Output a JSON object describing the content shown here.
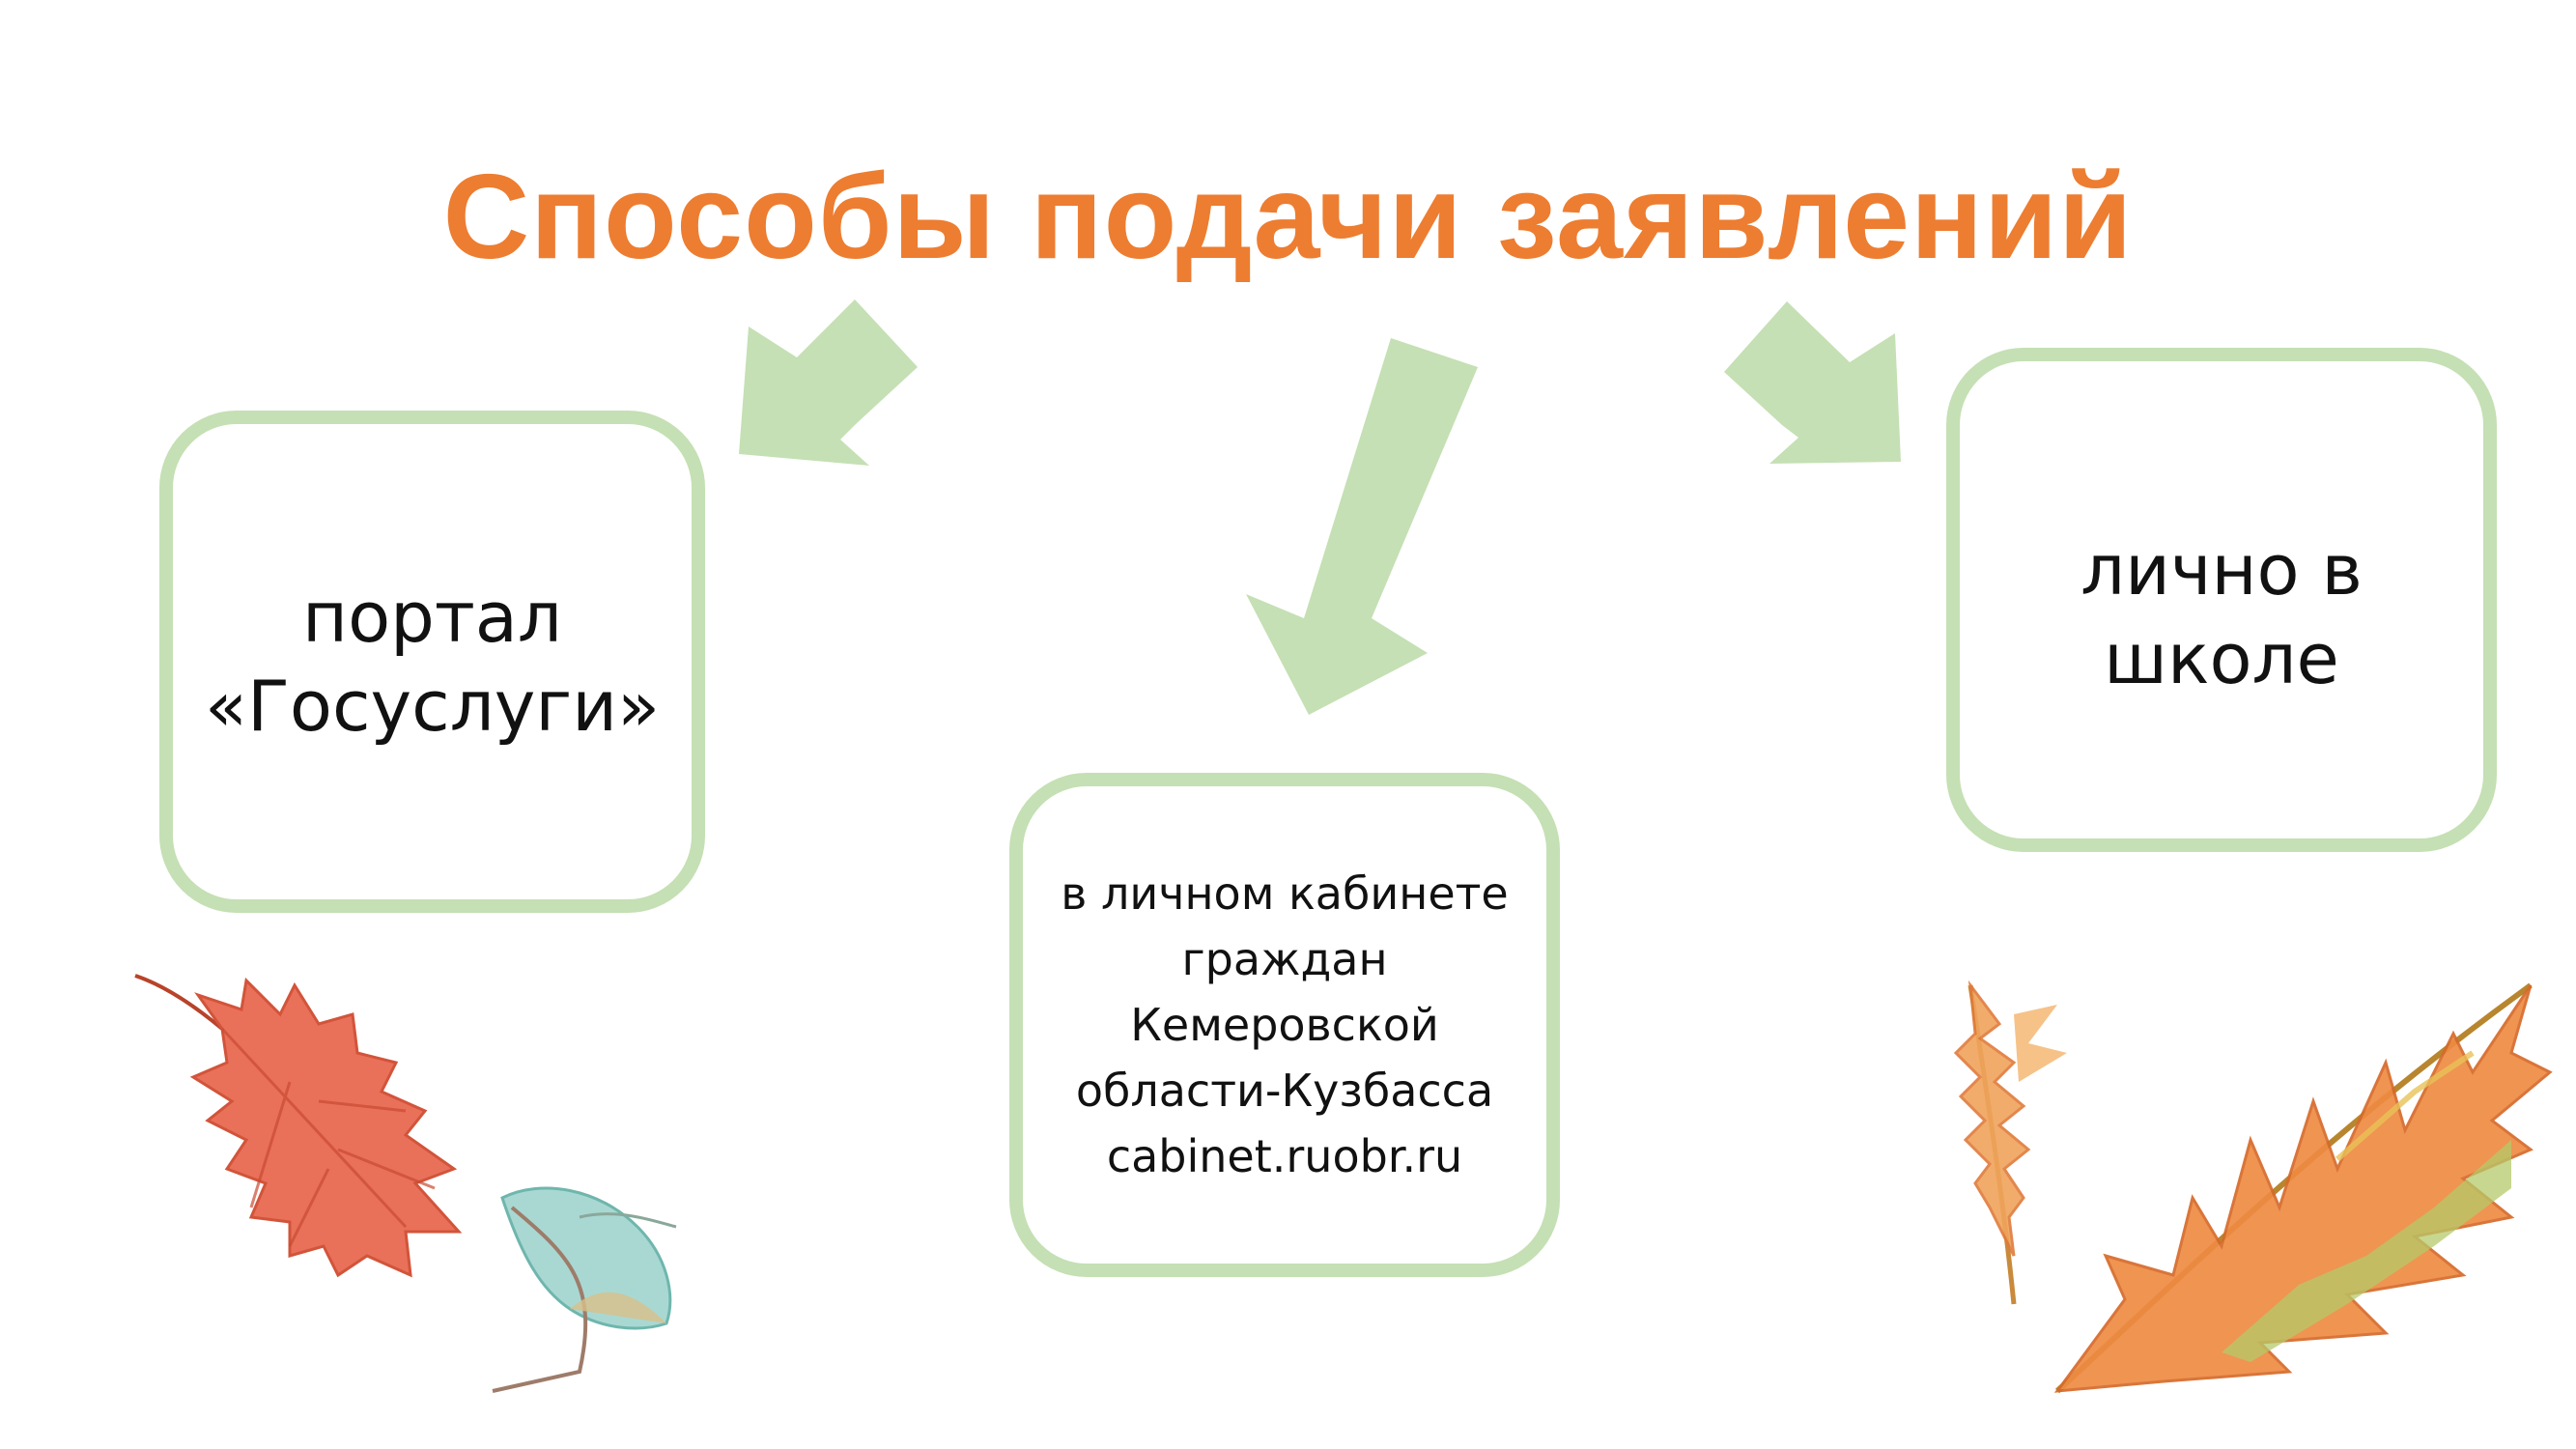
{
  "title": {
    "text": "Способы подачи заявлений",
    "color": "#ed7d31"
  },
  "arrow_color": "#c5e0b4",
  "box_border_color": "#c5e0b4",
  "methods": [
    {
      "label": "портал\n«Госуслуги»"
    },
    {
      "label": "в личном кабинете\nграждан\nКемеровской\nобласти-Кузбасса\ncabinet.ruobr.ru"
    },
    {
      "label": "лично в\nшколе"
    }
  ],
  "decorations": [
    {
      "icon": "red-maple-leaf-icon"
    },
    {
      "icon": "blue-leaf-icon"
    },
    {
      "icon": "small-orange-fern-leaf-icon"
    },
    {
      "icon": "large-orange-fern-leaf-icon"
    }
  ]
}
